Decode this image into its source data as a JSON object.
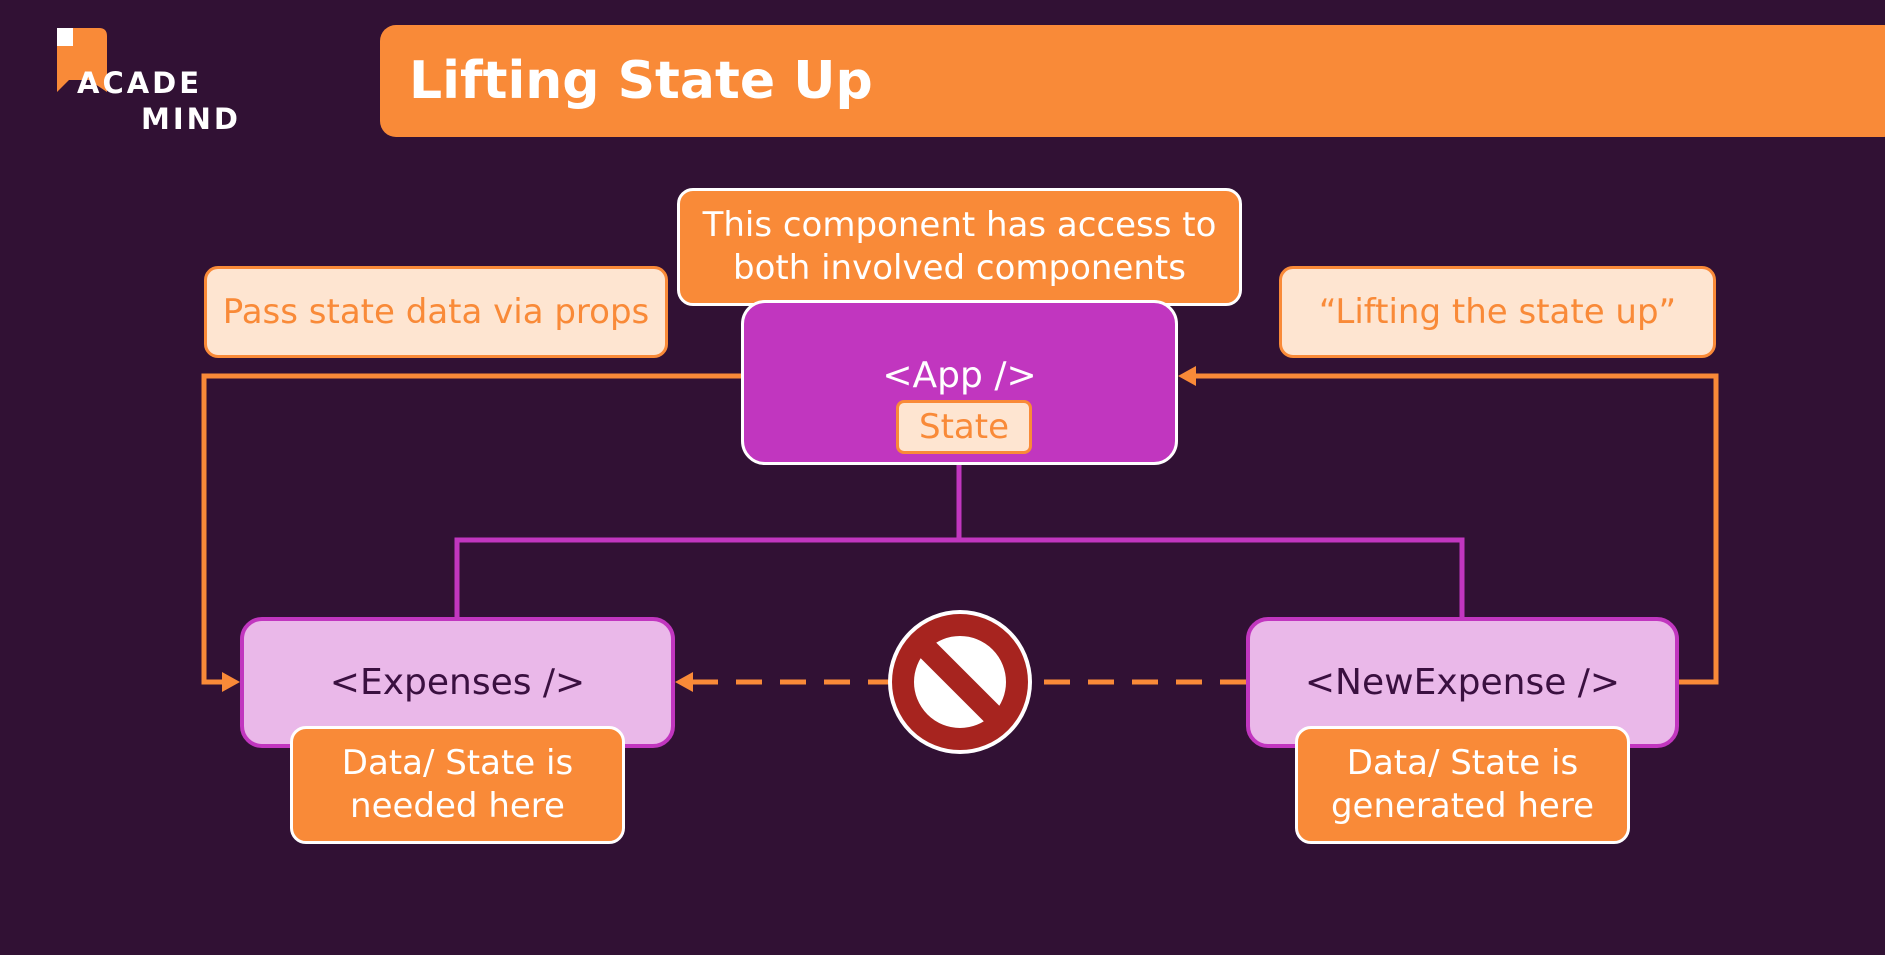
{
  "logo": {
    "line1": "ACADE",
    "line2": "MIND"
  },
  "title": "Lifting State Up",
  "callouts": {
    "access": "This component has access to both involved components",
    "pass_props": "Pass state data via props",
    "lifting": "“Lifting the state up”",
    "needed": "Data/ State is needed here",
    "generated": "Data/ State is generated here"
  },
  "components": {
    "app": "<App />",
    "state": "State",
    "expenses": "<Expenses />",
    "new_expense": "<NewExpense />"
  },
  "colors": {
    "background": "#311134",
    "orange": "#f98a38",
    "light_orange": "#fee5d1",
    "magenta": "#c136bf",
    "light_magenta": "#eab8e9",
    "forbidden": "#a7241f"
  },
  "icons": [
    "forbidden-icon",
    "logo-mark"
  ]
}
